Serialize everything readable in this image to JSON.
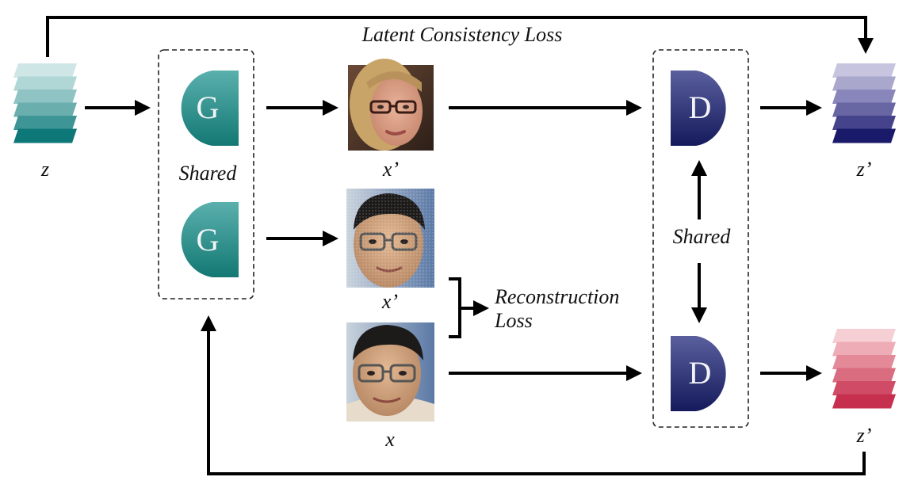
{
  "colors": {
    "generator_top": "#5ab0ad",
    "generator_bottom": "#137873",
    "discriminator_top": "#5a5f9e",
    "discriminator_bottom": "#151a5c",
    "z_input": [
      "#cfe6e6",
      "#b1d6d6",
      "#90c3c3",
      "#6baeae",
      "#3d9595",
      "#0e7878"
    ],
    "z_prime_top": [
      "#c6c4de",
      "#aaa7cd",
      "#8886ba",
      "#6866a3",
      "#45438b",
      "#1a1a6b"
    ],
    "z_prime_bottom": [
      "#f6cfd4",
      "#eeadb6",
      "#e48998",
      "#da6c80",
      "#d04c66",
      "#c6304e"
    ]
  },
  "labels": {
    "latent_loss": "Latent Consistency Loss",
    "reconstruction_line1": "Reconstruction",
    "reconstruction_line2": "Loss",
    "shared_g": "Shared",
    "shared_d": "Shared",
    "z_input": "z",
    "z_prime_top": "z’",
    "z_prime_bottom": "z’",
    "x_prime_top": "x’",
    "x_prime_mid": "x’",
    "x_real": "x"
  },
  "blocks": {
    "generator_label": "G",
    "discriminator_label": "D"
  },
  "images": {
    "generated_woman": "generated face (woman with glasses)",
    "reconstructed_man": "reconstructed face (man with glasses)",
    "real_man": "real face (man with glasses)"
  }
}
